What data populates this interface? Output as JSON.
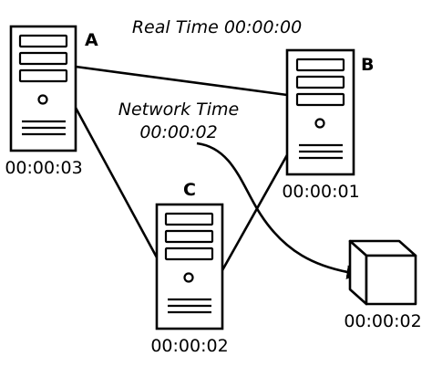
{
  "real_time_label": "Real Time 00:00:00",
  "network_time": {
    "title": "Network Time",
    "value": "00:00:02"
  },
  "servers": [
    {
      "letter": "A",
      "time": "00:00:03"
    },
    {
      "letter": "B",
      "time": "00:00:01"
    },
    {
      "letter": "C",
      "time": "00:00:02"
    }
  ],
  "box": {
    "time": "00:00:02"
  },
  "colors": {
    "stroke": "#000000",
    "fill": "#ffffff"
  }
}
